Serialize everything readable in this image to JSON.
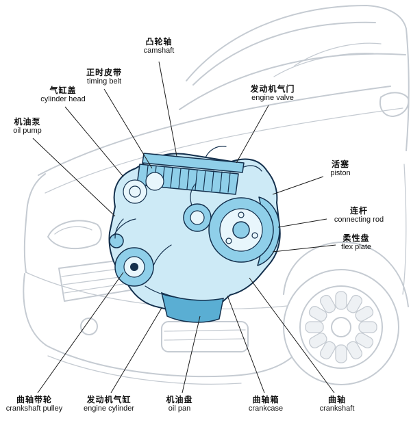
{
  "diagram_title": "car engine parts cutaway diagram",
  "colors": {
    "background": "#ffffff",
    "text": "#111111",
    "car_line": "#c5cbd2",
    "leader_line": "#1a1a1a",
    "engine_outline": "#14304d",
    "engine_fill": "#cdeaf6",
    "engine_mid": "#8fcfe9",
    "engine_light": "#e8f6fc",
    "engine_deep": "#5aaed3"
  },
  "labels": [
    {
      "zh": "凸轮轴",
      "en": "camshaft"
    },
    {
      "zh": "正时皮带",
      "en": "timing belt"
    },
    {
      "zh": "气缸盖",
      "en": "cylinder head"
    },
    {
      "zh": "机油泵",
      "en": "oil pump"
    },
    {
      "zh": "发动机气门",
      "en": "engine valve"
    },
    {
      "zh": "活塞",
      "en": "piston"
    },
    {
      "zh": "连杆",
      "en": "connecting rod"
    },
    {
      "zh": "柔性盘",
      "en": "flex plate"
    },
    {
      "zh": "曲轴带轮",
      "en": "crankshaft pulley"
    },
    {
      "zh": "发动机气缸",
      "en": "engine cylinder"
    },
    {
      "zh": "机油盘",
      "en": "oil pan"
    },
    {
      "zh": "曲轴箱",
      "en": "crankcase"
    },
    {
      "zh": "曲轴",
      "en": "crankshaft"
    }
  ]
}
